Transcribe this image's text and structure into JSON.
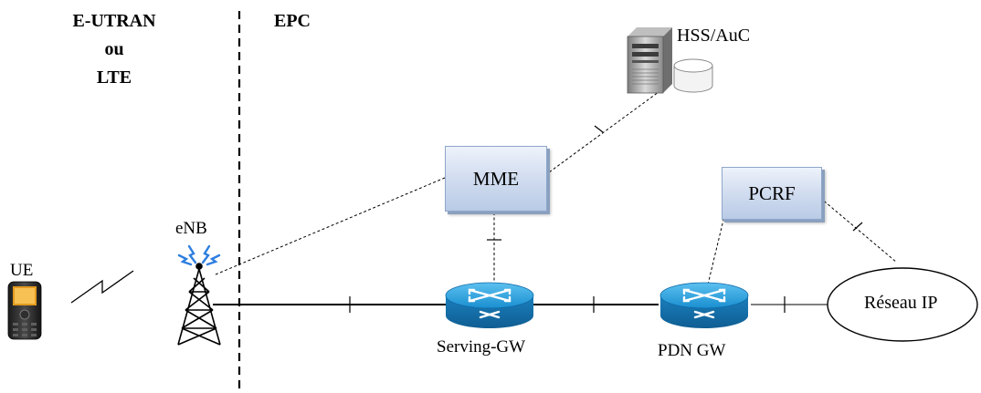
{
  "domains": {
    "access_lines": [
      "E-UTRAN",
      "ou",
      "LTE"
    ],
    "core": "EPC"
  },
  "nodes": {
    "ue": "UE",
    "enb": "eNB",
    "mme": "MME",
    "hss": "HSS/AuC",
    "pcrf": "PCRF",
    "sgw": "Serving-GW",
    "pgw": "PDN GW",
    "ip": "Réseau IP"
  },
  "colors": {
    "box_fill": "#c9d7ee",
    "router": "#1a8fd0",
    "lines": "#000000"
  },
  "icons": [
    "mobile-phone-icon",
    "radio-link-icon",
    "antenna-tower-icon",
    "server-icon",
    "database-icon",
    "router-icon"
  ]
}
